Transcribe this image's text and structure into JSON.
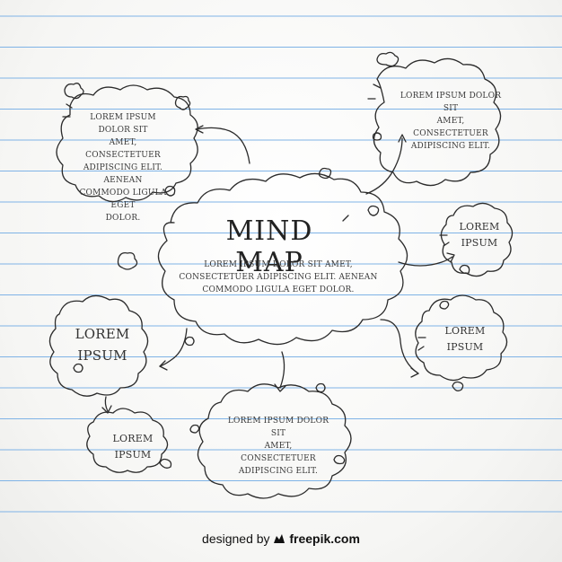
{
  "central": {
    "title": "MIND MAP",
    "lines": [
      "LOREM IPSUM DOLOR SIT AMET,",
      "CONSECTETUER ADIPISCING ELIT. AENEAN",
      "COMMODO LIGULA EGET DOLOR."
    ]
  },
  "top_left": {
    "lines": [
      "LOREM IPSUM DOLOR SIT",
      "AMET, CONSECTETUER",
      "ADIPISCING ELIT. AENEAN",
      "COMMODO LIGULA EGET",
      "DOLOR."
    ]
  },
  "top_right": {
    "lines": [
      "LOREM IPSUM DOLOR SIT",
      "AMET, CONSECTETUER",
      "ADIPISCING ELIT."
    ]
  },
  "right_small": {
    "lines": [
      "LOREM",
      "IPSUM"
    ]
  },
  "right_mid": {
    "lines": [
      "LOREM",
      "IPSUM"
    ]
  },
  "left_mid": {
    "lines": [
      "LOREM",
      "IPSUM"
    ]
  },
  "bottom_left": {
    "lines": [
      "LOREM IPSUM"
    ]
  },
  "bottom_center": {
    "lines": [
      "LOREM IPSUM DOLOR SIT",
      "AMET, CONSECTETUER",
      "ADIPISCING ELIT."
    ]
  },
  "footer": {
    "prefix": "designed by",
    "brand": "freepik.com"
  },
  "colors": {
    "ruled_line": "#7fb3e6",
    "ink": "#2b2b2b"
  }
}
